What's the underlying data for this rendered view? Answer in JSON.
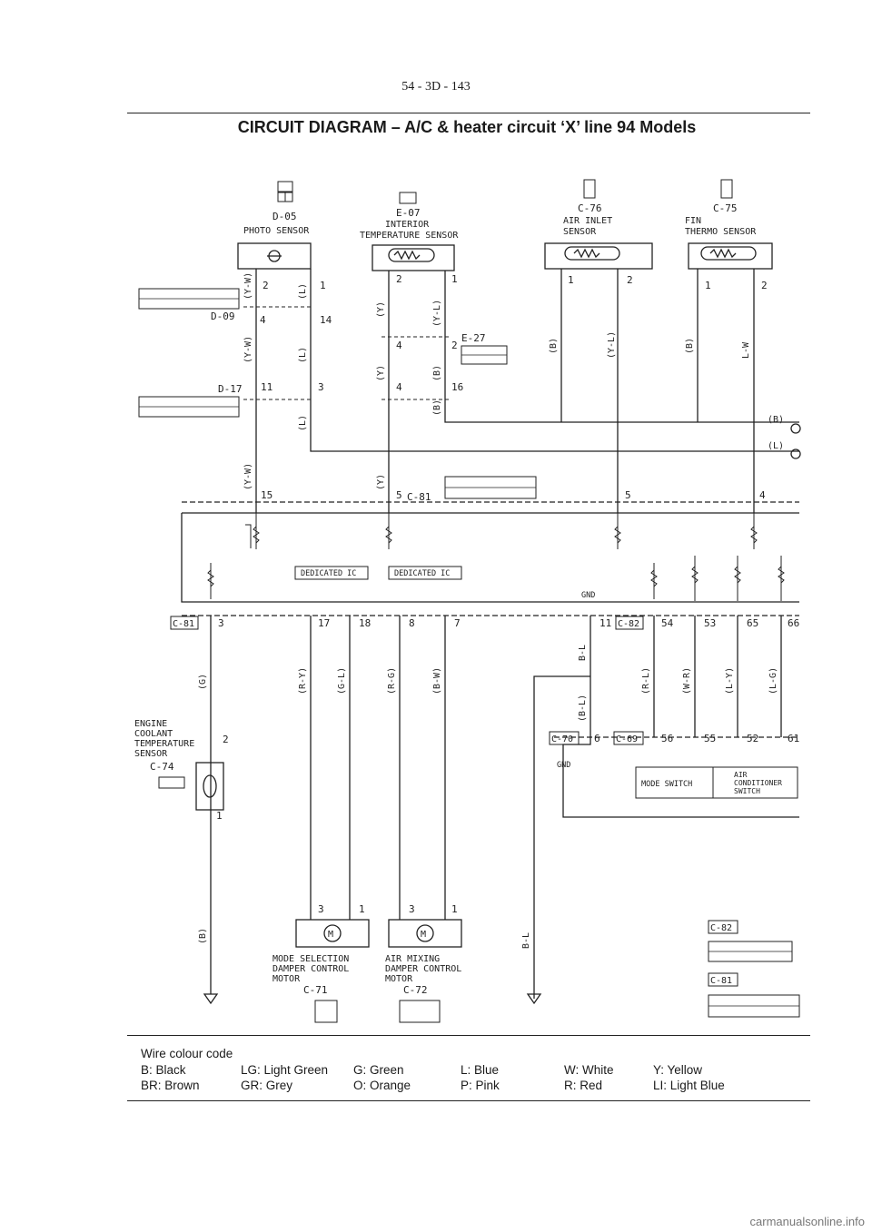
{
  "page_number": "54 - 3D - 143",
  "title": "CIRCUIT DIAGRAM – A/C & heater circuit ‘X’ line 94 Models",
  "components": {
    "d05": {
      "code": "D-05",
      "name": "PHOTO SENSOR"
    },
    "e07": {
      "code": "E-07",
      "name_line1": "INTERIOR",
      "name_line2": "TEMPERATURE SENSOR"
    },
    "c76": {
      "code": "C-76",
      "name_line1": "AIR INLET",
      "name_line2": "SENSOR"
    },
    "c75": {
      "code": "C-75",
      "name_line1": "FIN",
      "name_line2": "THERMO SENSOR"
    },
    "c74": {
      "code": "C-74",
      "name_line1": "ENGINE",
      "name_line2": "COOLANT",
      "name_line3": "TEMPERATURE",
      "name_line4": "SENSOR"
    },
    "c71": {
      "code": "C-71",
      "name_line1": "MODE SELECTION",
      "name_line2": "DAMPER CONTROL",
      "name_line3": "MOTOR"
    },
    "c72": {
      "code": "C-72",
      "name_line1": "AIR MIXING",
      "name_line2": "DAMPER CONTROL",
      "name_line3": "MOTOR"
    },
    "mode_switch": "MODE SWITCH",
    "ac_switch_line1": "AIR",
    "ac_switch_line2": "CONDITIONER",
    "ac_switch_line3": "SWITCH",
    "dedicated_ic": "DEDICATED IC",
    "gnd": "GND"
  },
  "connectors": {
    "d09": "D-09",
    "d17": "D-17",
    "e27": "E-27",
    "c81": "C-81",
    "c82": "C-82",
    "c70": "C-70",
    "c69": "C-69"
  },
  "wires": {
    "y_w": "(Y-W)",
    "l": "(L)",
    "y": "(Y)",
    "y_l": "(Y-L)",
    "b": "(B)",
    "l_w": "L-W",
    "g": "(G)",
    "r_y": "(R-Y)",
    "g_l": "(G-L)",
    "r_g": "(R-G)",
    "b_w": "(B-W)",
    "b_l": "B-L",
    "b_l2": "(B-L)",
    "r_l": "(R-L)",
    "w_r": "(W-R)",
    "l_y": "(L-Y)",
    "l_g": "(L-G)",
    "ref_b": "(B)",
    "ref_l": "(L)"
  },
  "legend": {
    "heading": "Wire colour code",
    "rows": [
      [
        "B: Black",
        "LG: Light Green",
        "G: Green",
        "L: Blue",
        "W: White",
        "Y: Yellow"
      ],
      [
        "BR: Brown",
        "GR: Grey",
        "O: Orange",
        "P: Pink",
        "R: Red",
        "LI: Light Blue"
      ]
    ]
  },
  "footer": "carmanualsonline.info"
}
